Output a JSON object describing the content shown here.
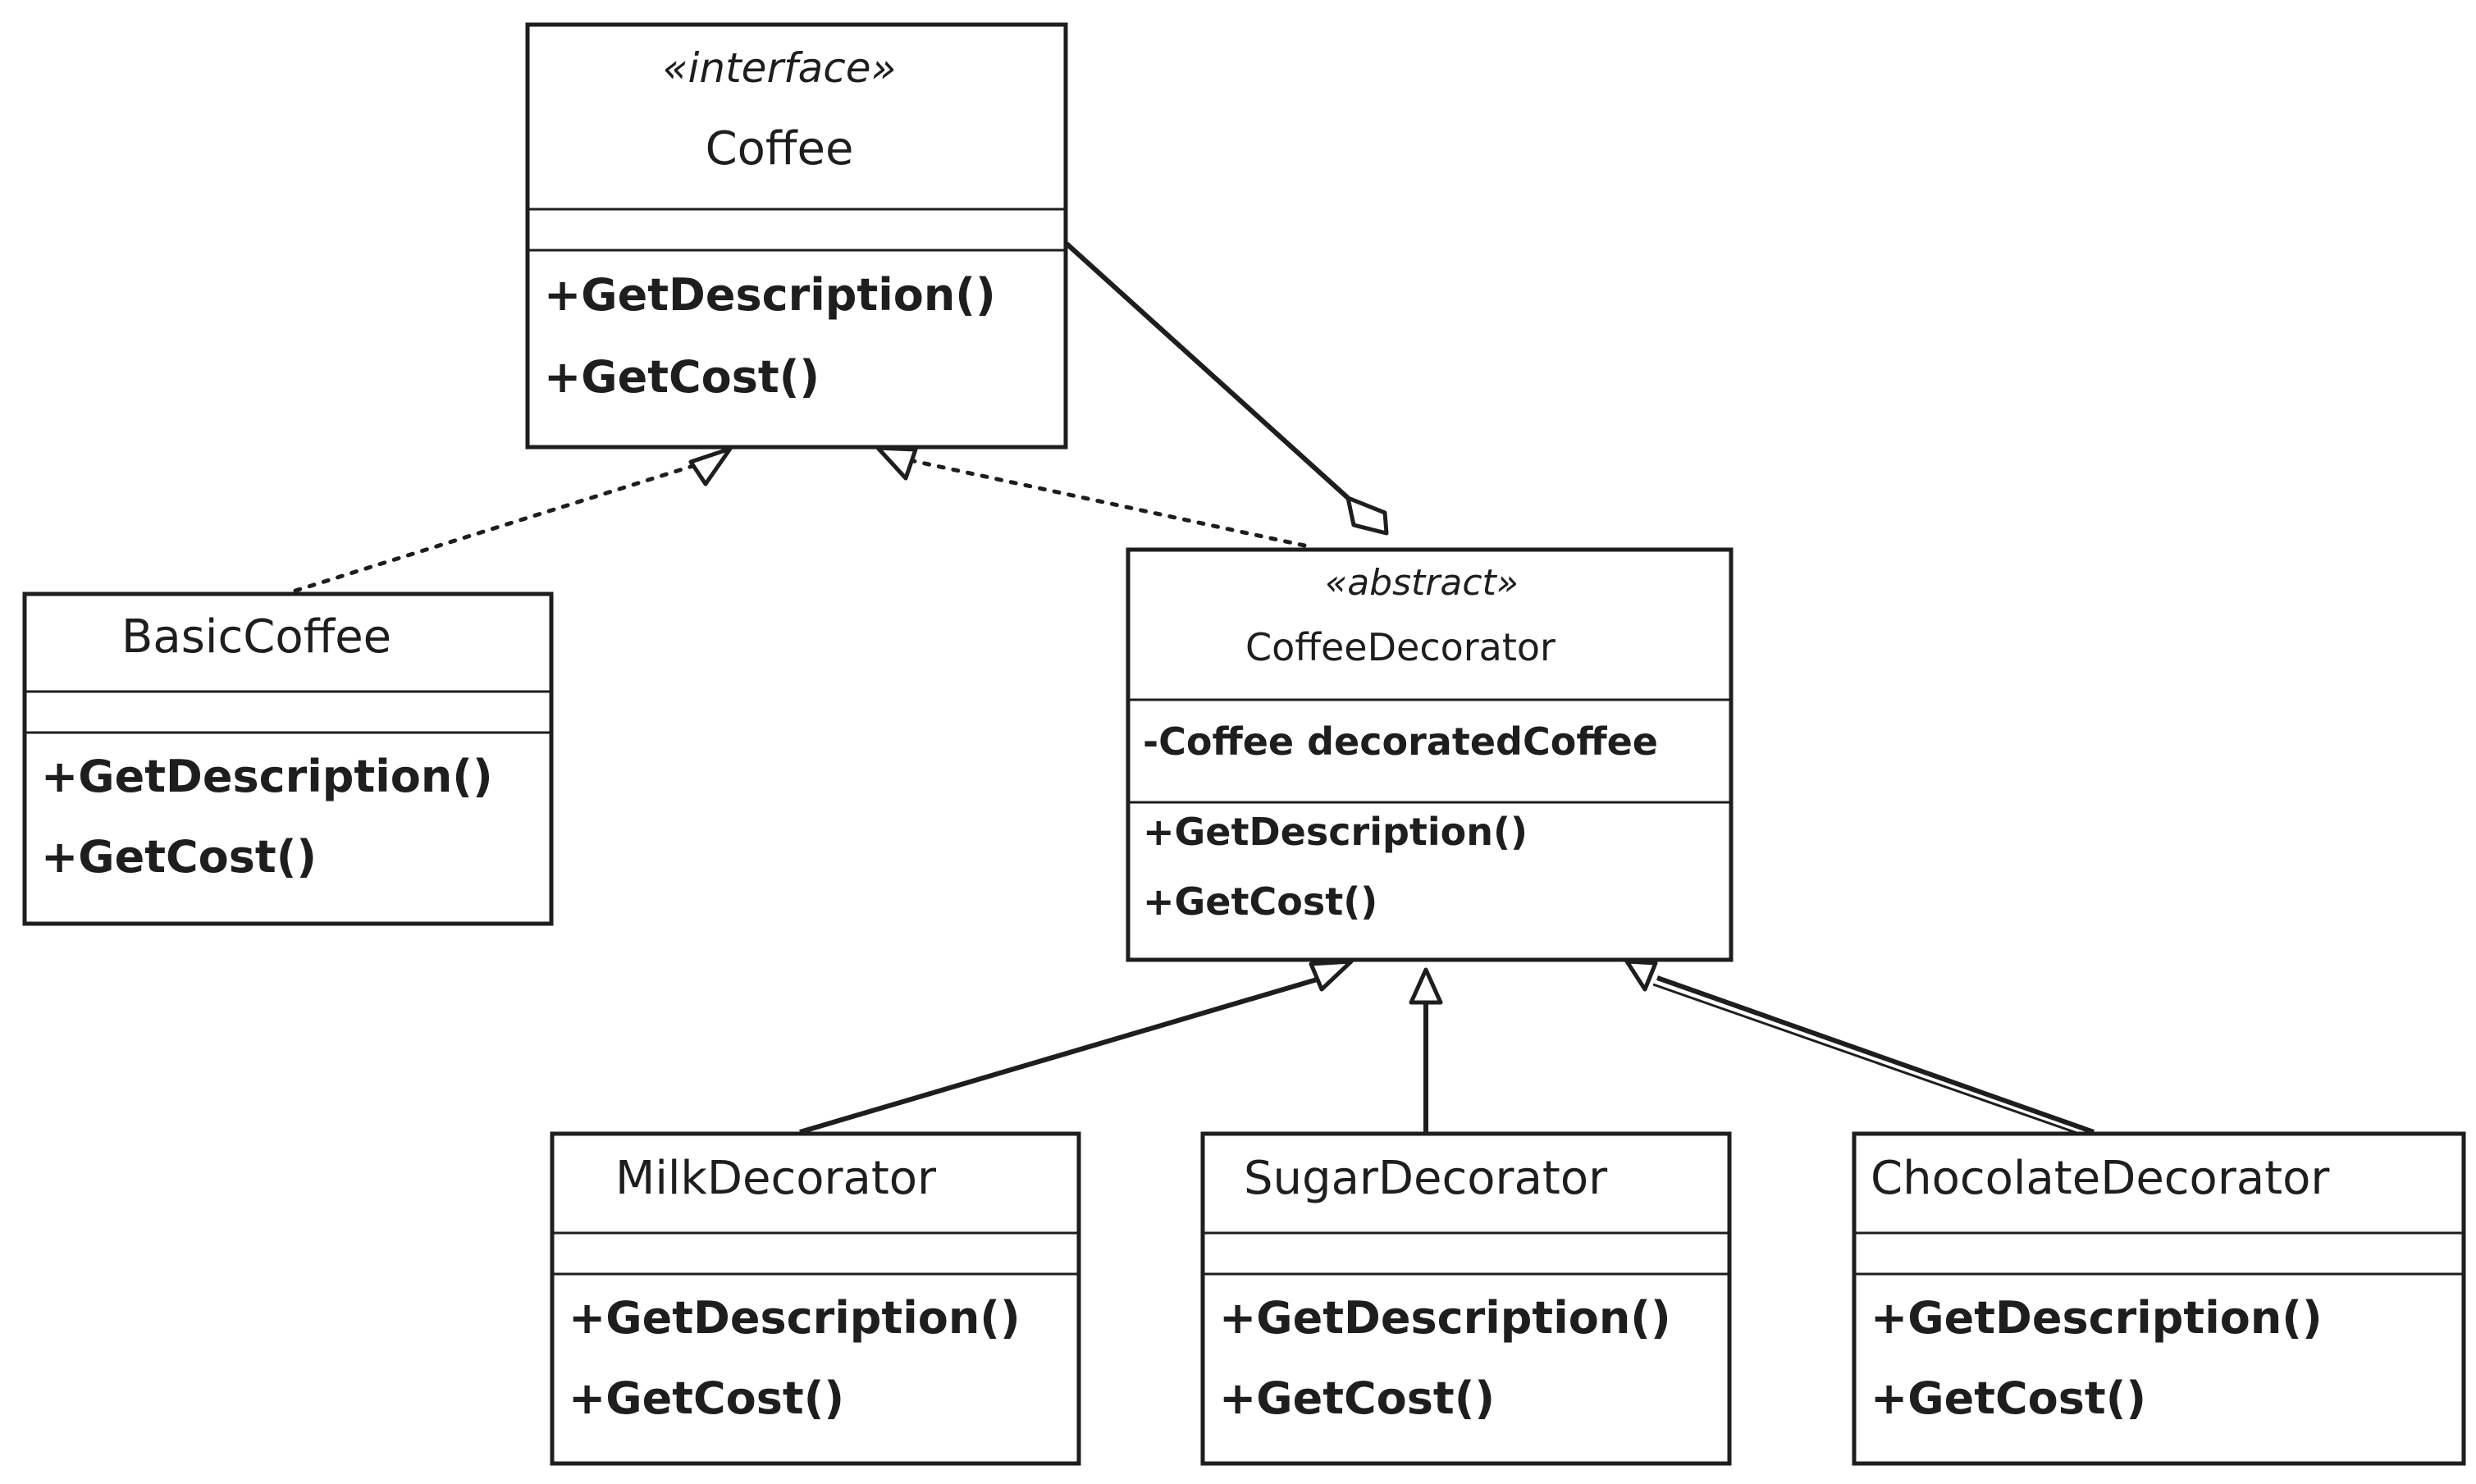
{
  "classes": {
    "coffee": {
      "stereotype": "«interface»",
      "name": "Coffee",
      "attributes": [],
      "methods": [
        "+GetDescription()",
        "+GetCost()"
      ]
    },
    "basic_coffee": {
      "name": "BasicCoffee",
      "attributes": [],
      "methods": [
        "+GetDescription()",
        "+GetCost()"
      ]
    },
    "coffee_decorator": {
      "stereotype": "«abstract»",
      "name": "CoffeeDecorator",
      "attributes": [
        "-Coffee decoratedCoffee"
      ],
      "methods": [
        "+GetDescription()",
        "+GetCost()"
      ]
    },
    "milk_decorator": {
      "name": "MilkDecorator",
      "attributes": [],
      "methods": [
        "+GetDescription()",
        "+GetCost()"
      ]
    },
    "sugar_decorator": {
      "name": "SugarDecorator",
      "attributes": [],
      "methods": [
        "+GetDescription()",
        "+GetCost()"
      ]
    },
    "chocolate_decorator": {
      "name": "ChocolateDecorator",
      "attributes": [],
      "methods": [
        "+GetDescription()",
        "+GetCost()"
      ]
    }
  },
  "relationships": [
    {
      "from": "BasicCoffee",
      "to": "Coffee",
      "kind": "realization"
    },
    {
      "from": "CoffeeDecorator",
      "to": "Coffee",
      "kind": "realization"
    },
    {
      "from": "CoffeeDecorator",
      "to": "Coffee",
      "kind": "aggregation"
    },
    {
      "from": "MilkDecorator",
      "to": "CoffeeDecorator",
      "kind": "inheritance"
    },
    {
      "from": "SugarDecorator",
      "to": "CoffeeDecorator",
      "kind": "inheritance"
    },
    {
      "from": "ChocolateDecorator",
      "to": "CoffeeDecorator",
      "kind": "inheritance"
    }
  ]
}
